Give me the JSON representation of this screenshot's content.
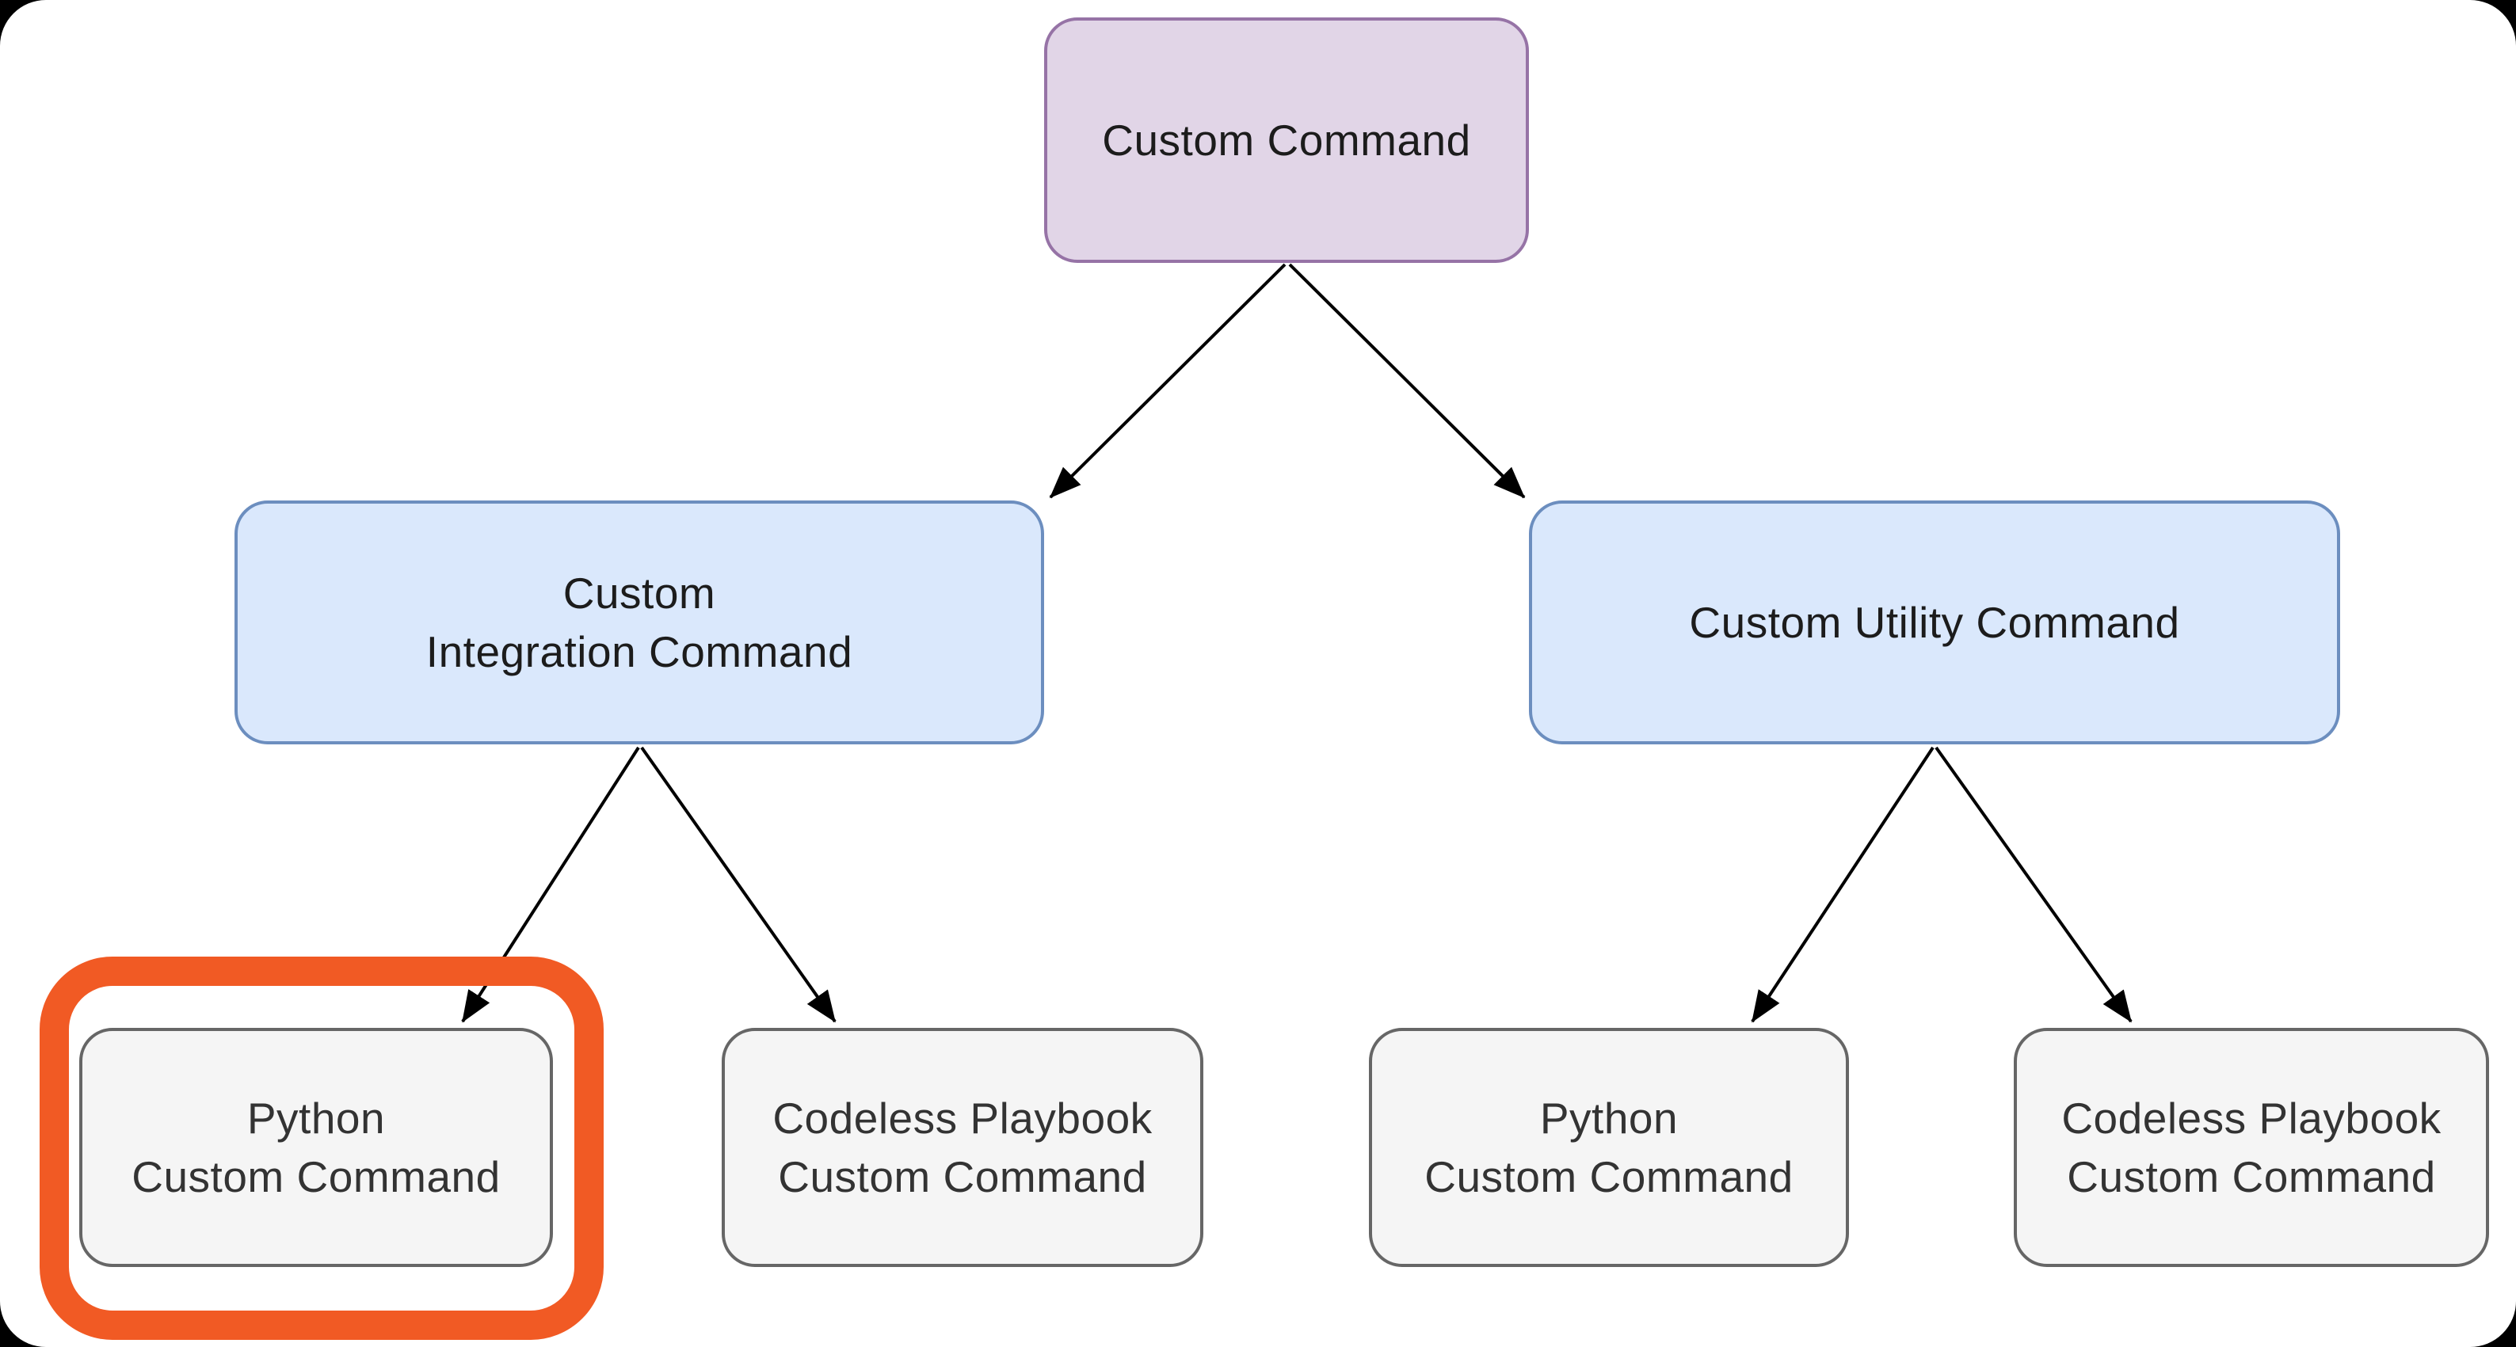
{
  "diagram": {
    "type": "tree",
    "nodes": {
      "root": {
        "label": "Custom Command",
        "fill": "#E1D5E7",
        "border": "#9673A6"
      },
      "integration": {
        "label": "Custom\nIntegration Command",
        "fill": "#DAE8FC",
        "border": "#6C8EBF"
      },
      "utility": {
        "label": "Custom Utility Command",
        "fill": "#DAE8FC",
        "border": "#6C8EBF"
      },
      "python_integration": {
        "label": "Python\nCustom Command",
        "fill": "#F5F5F5",
        "border": "#666666",
        "highlighted": true
      },
      "codeless_integration": {
        "label": "Codeless Playbook\nCustom Command",
        "fill": "#F5F5F5",
        "border": "#666666"
      },
      "python_utility": {
        "label": "Python\nCustom Command",
        "fill": "#F5F5F5",
        "border": "#666666"
      },
      "codeless_utility": {
        "label": "Codeless Playbook\nCustom Command",
        "fill": "#F5F5F5",
        "border": "#666666"
      }
    },
    "edges": [
      {
        "from": "Custom Command",
        "to": "Custom Integration Command"
      },
      {
        "from": "Custom Command",
        "to": "Custom Utility Command"
      },
      {
        "from": "Custom Integration Command",
        "to": "Python Custom Command"
      },
      {
        "from": "Custom Integration Command",
        "to": "Codeless Playbook Custom Command"
      },
      {
        "from": "Custom Utility Command",
        "to": "Python Custom Command"
      },
      {
        "from": "Custom Utility Command",
        "to": "Codeless Playbook Custom Command"
      }
    ],
    "highlight": {
      "target": "Python Custom Command (under Custom Integration Command)",
      "color": "#F15A24"
    },
    "colors": {
      "edge": "#000000",
      "canvas": "#FFFFFF",
      "page_background": "#000000"
    }
  }
}
